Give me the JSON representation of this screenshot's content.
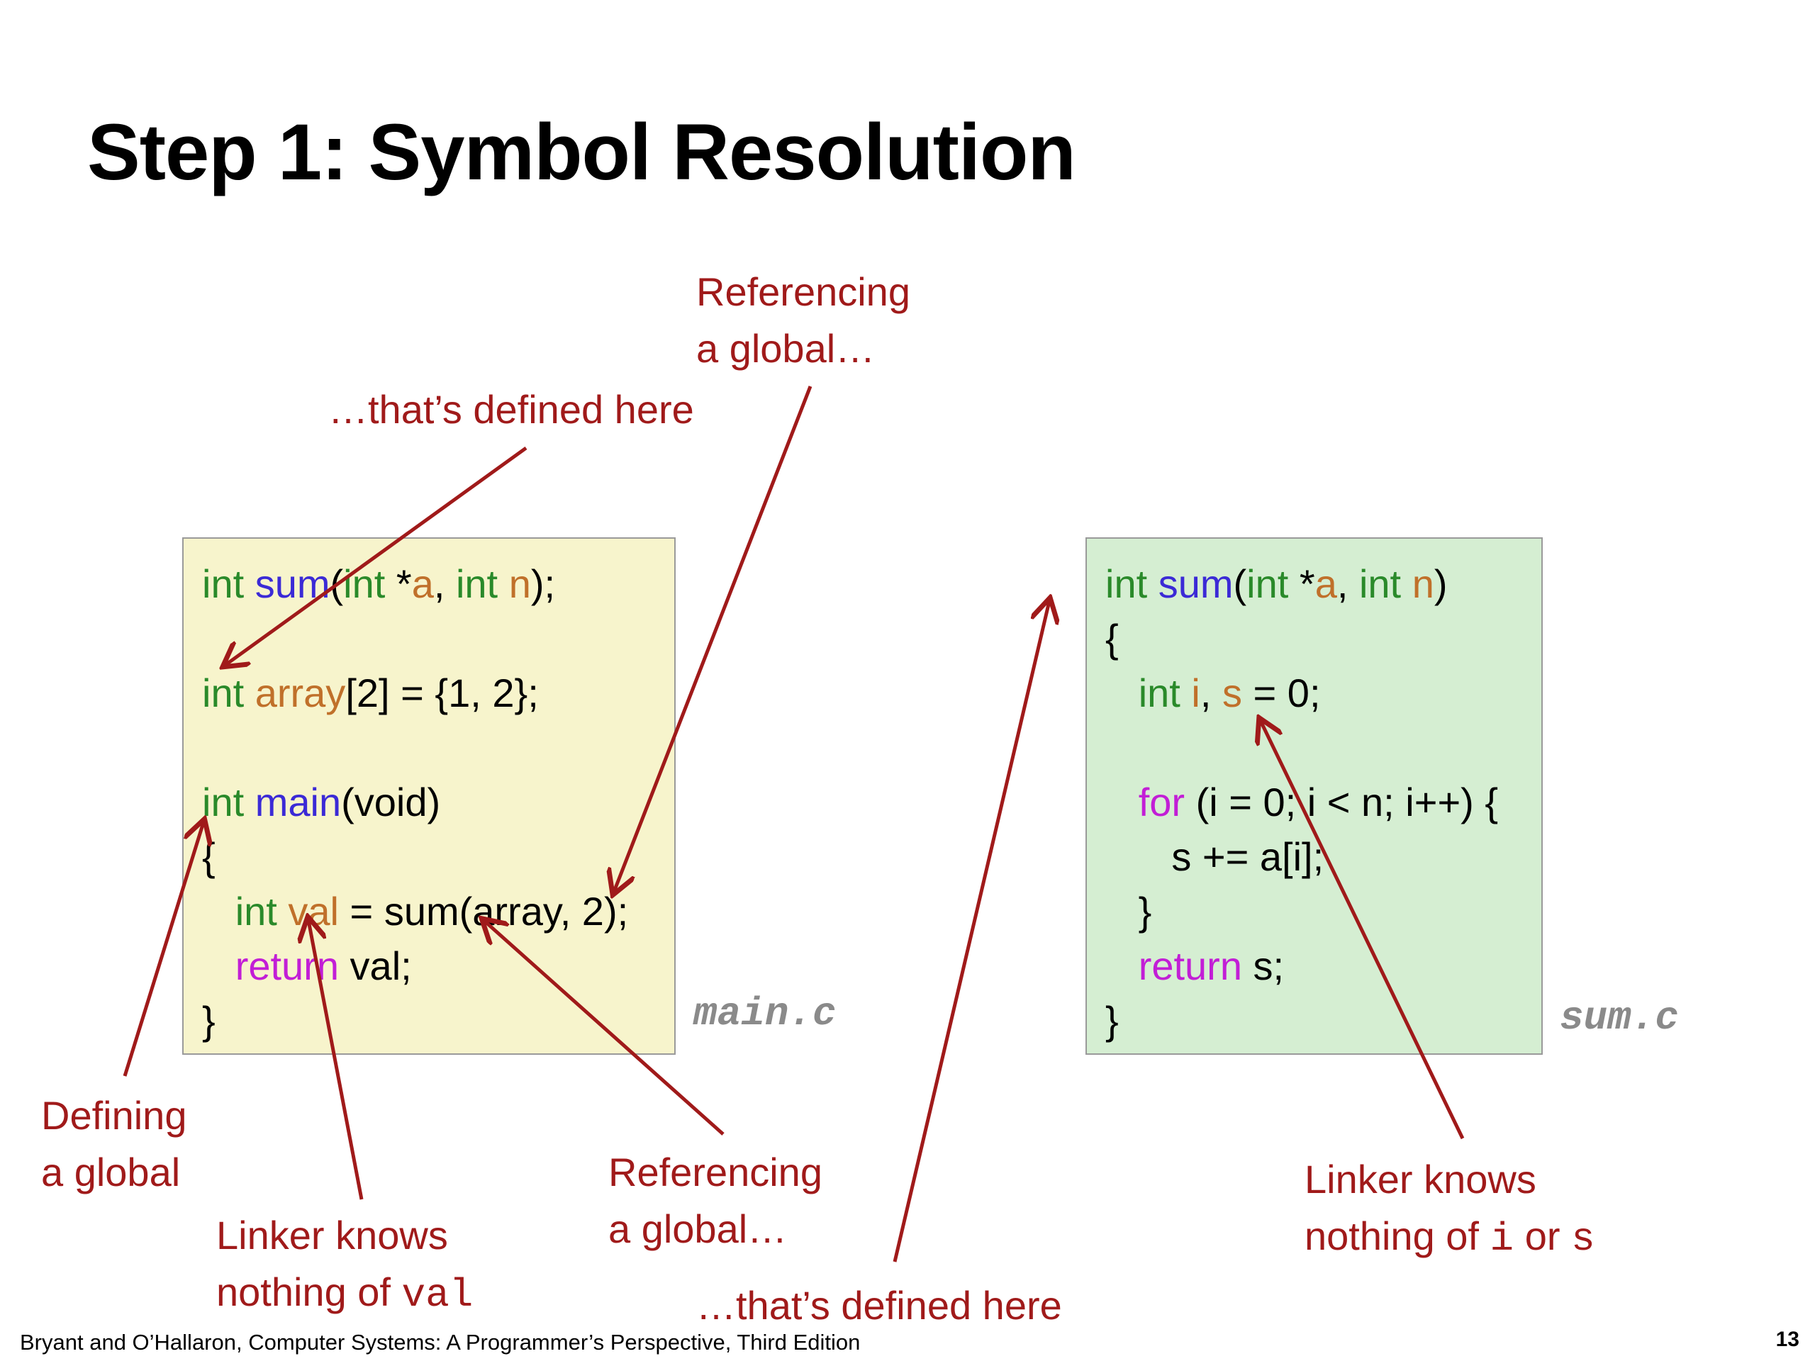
{
  "slide": {
    "title": "Step 1: Symbol Resolution",
    "page_number": "13",
    "footer": "Bryant and O’Hallaron, Computer Systems: A Programmer’s Perspective, Third Edition"
  },
  "colors": {
    "annotation": "#a01a1a",
    "keyword": "#2a8a2a",
    "function": "#3b2ad6",
    "variable": "#c0702a",
    "control": "#c21ed6",
    "main_box_bg": "#f7f4cc",
    "sum_box_bg": "#d5eed2"
  },
  "main_c": {
    "filename": "main.c",
    "lines": [
      [
        {
          "t": "int",
          "c": "kw"
        },
        {
          "t": " "
        },
        {
          "t": "sum",
          "c": "fn"
        },
        {
          "t": "("
        },
        {
          "t": "int",
          "c": "kw"
        },
        {
          "t": " *"
        },
        {
          "t": "a",
          "c": "var"
        },
        {
          "t": ", "
        },
        {
          "t": "int",
          "c": "kw"
        },
        {
          "t": " "
        },
        {
          "t": "n",
          "c": "var"
        },
        {
          "t": ");"
        }
      ],
      [],
      [
        {
          "t": "int",
          "c": "kw"
        },
        {
          "t": " "
        },
        {
          "t": "array",
          "c": "var"
        },
        {
          "t": "[2] = {1, 2};"
        }
      ],
      [],
      [
        {
          "t": "int",
          "c": "kw"
        },
        {
          "t": " "
        },
        {
          "t": "main",
          "c": "fn"
        },
        {
          "t": "(void)"
        }
      ],
      [
        {
          "t": "{"
        }
      ],
      [
        {
          "t": "   "
        },
        {
          "t": "int",
          "c": "kw"
        },
        {
          "t": " "
        },
        {
          "t": "val",
          "c": "var"
        },
        {
          "t": " = sum(array, 2);"
        }
      ],
      [
        {
          "t": "   "
        },
        {
          "t": "return",
          "c": "ctl"
        },
        {
          "t": " val;"
        }
      ],
      [
        {
          "t": "}"
        }
      ]
    ]
  },
  "sum_c": {
    "filename": "sum.c",
    "lines": [
      [
        {
          "t": "int",
          "c": "kw"
        },
        {
          "t": " "
        },
        {
          "t": "sum",
          "c": "fn"
        },
        {
          "t": "("
        },
        {
          "t": "int",
          "c": "kw"
        },
        {
          "t": " *"
        },
        {
          "t": "a",
          "c": "var"
        },
        {
          "t": ", "
        },
        {
          "t": "int",
          "c": "kw"
        },
        {
          "t": " "
        },
        {
          "t": "n",
          "c": "var"
        },
        {
          "t": ")"
        }
      ],
      [
        {
          "t": "{"
        }
      ],
      [
        {
          "t": "   "
        },
        {
          "t": "int",
          "c": "kw"
        },
        {
          "t": " "
        },
        {
          "t": "i",
          "c": "var"
        },
        {
          "t": ", "
        },
        {
          "t": "s",
          "c": "var"
        },
        {
          "t": " = 0;"
        }
      ],
      [],
      [
        {
          "t": "   "
        },
        {
          "t": "for",
          "c": "ctl"
        },
        {
          "t": " (i = 0; i < n; i++) {"
        }
      ],
      [
        {
          "t": "      s += a[i];"
        }
      ],
      [
        {
          "t": "   }"
        }
      ],
      [
        {
          "t": "   "
        },
        {
          "t": "return",
          "c": "ctl"
        },
        {
          "t": " s;"
        }
      ],
      [
        {
          "t": "}"
        }
      ]
    ]
  },
  "annotations": {
    "ref_global_top": {
      "line1": "Referencing",
      "line2": "a global…"
    },
    "defined_here_top": "…that’s defined here",
    "defining_global": {
      "line1": "Defining",
      "line2": "a global"
    },
    "linker_val": {
      "line1": "Linker knows",
      "line2_prefix": "nothing of ",
      "code": "val"
    },
    "ref_global_bottom": {
      "line1": "Referencing",
      "line2": "a global…"
    },
    "defined_here_bottom": "…that’s defined here",
    "linker_is": {
      "line1": "Linker knows",
      "line2_prefix": "nothing of ",
      "code1": "i",
      "middle": " or ",
      "code2": "s"
    }
  }
}
